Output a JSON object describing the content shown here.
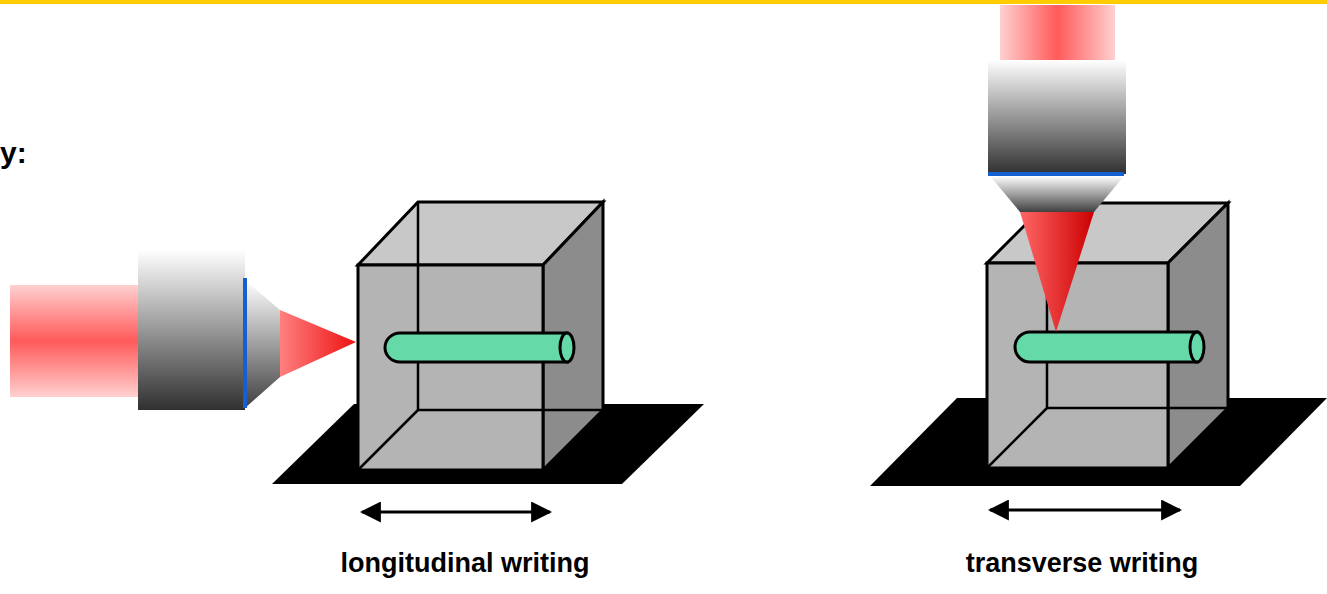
{
  "diagram": {
    "labels": [
      "y:",
      "longitudinal writing",
      "transverse writing"
    ]
  }
}
